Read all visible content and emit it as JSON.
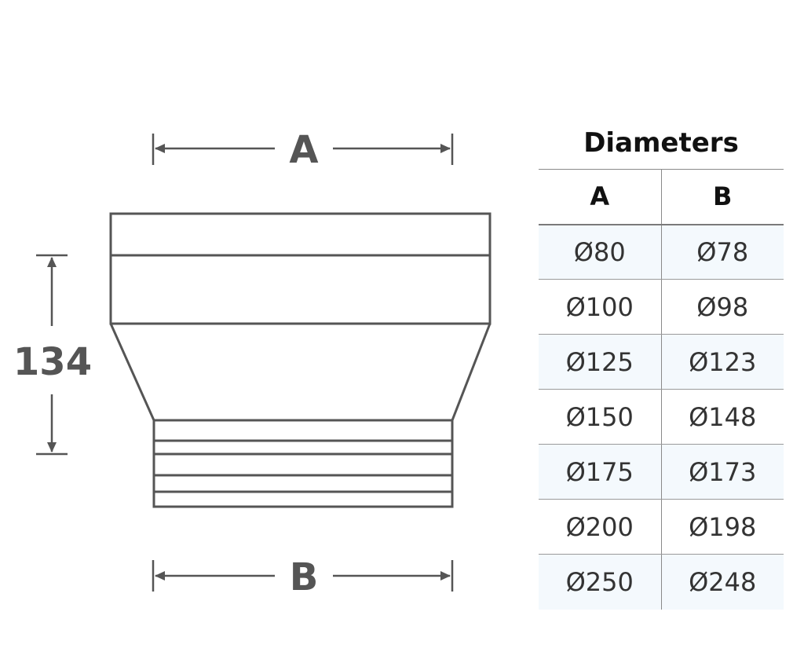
{
  "diagram": {
    "dimension_a_label": "A",
    "dimension_b_label": "B",
    "height_label": "134"
  },
  "table": {
    "title": "Diameters",
    "headers": [
      "A",
      "B"
    ],
    "rows": [
      [
        "Ø80",
        "Ø78"
      ],
      [
        "Ø100",
        "Ø98"
      ],
      [
        "Ø125",
        "Ø123"
      ],
      [
        "Ø150",
        "Ø148"
      ],
      [
        "Ø175",
        "Ø173"
      ],
      [
        "Ø200",
        "Ø198"
      ],
      [
        "Ø250",
        "Ø248"
      ]
    ]
  },
  "colors": {
    "line": "#555555",
    "row_shade": "#f4f9fd",
    "text": "#111111"
  }
}
